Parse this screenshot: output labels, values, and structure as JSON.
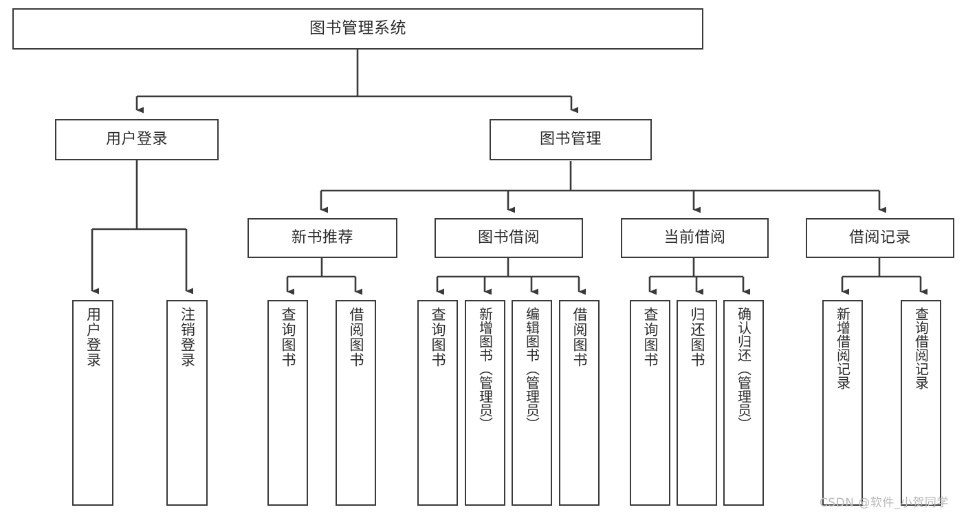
{
  "diagram": {
    "type": "tree",
    "title": "图书管理系统",
    "orientation": "top-down",
    "line_color": "#3a3a3a",
    "box_fill": "#ffffff",
    "text_color": "#2b2b2b",
    "background": "#ffffff"
  },
  "nodes": {
    "root": {
      "label": "图书管理系统"
    },
    "level1": [
      {
        "label": "用户登录"
      },
      {
        "label": "图书管理"
      }
    ],
    "level2": [
      {
        "label": "新书推荐"
      },
      {
        "label": "图书借阅"
      },
      {
        "label": "当前借阅"
      },
      {
        "label": "借阅记录"
      }
    ],
    "leaves_user_login": [
      {
        "label": "用户登录"
      },
      {
        "label": "注销登录"
      }
    ],
    "leaves_new_book": [
      {
        "label": "查询图书"
      },
      {
        "label": "借阅图书"
      }
    ],
    "leaves_borrow": [
      {
        "label": "查询图书"
      },
      {
        "label": "新增图书（管理员）"
      },
      {
        "label": "编辑图书（管理员）"
      },
      {
        "label": "借阅图书"
      }
    ],
    "leaves_current": [
      {
        "label": "查询图书"
      },
      {
        "label": "归还图书"
      },
      {
        "label": "确认归还（管理员）"
      }
    ],
    "leaves_records": [
      {
        "label": "新增借阅记录"
      },
      {
        "label": "查询借阅记录"
      }
    ]
  },
  "watermark": {
    "text": "CSDN @软件_小贺同学"
  }
}
